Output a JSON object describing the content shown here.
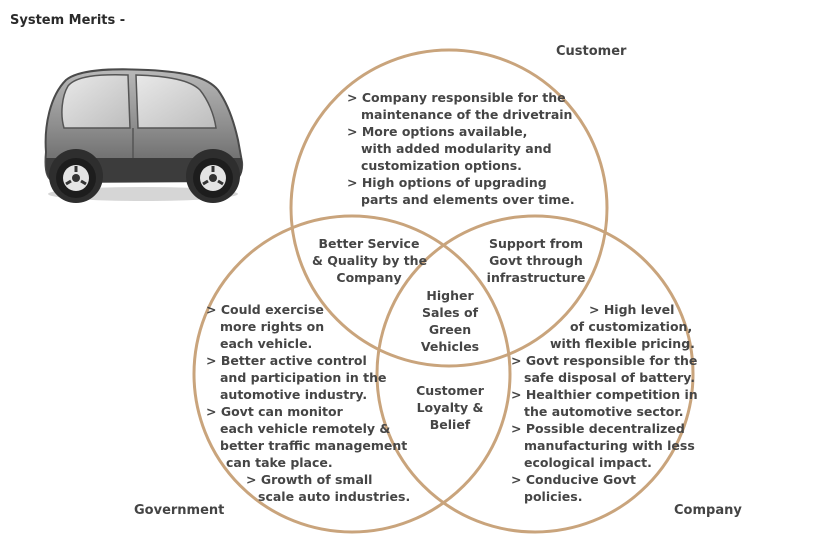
{
  "title": "System Merits -",
  "colors": {
    "circle_stroke": "#c9a47c",
    "text": "#454545"
  },
  "car_icon": "smart-car-icon",
  "circles": {
    "customer": {
      "label": "Customer",
      "lines": [
        "> Company responsible for the",
        "  maintenance of the drivetrain",
        "> More options available,",
        "  with added modularity and",
        "  customization options.",
        "> High options of upgrading",
        "parts and elements over time."
      ]
    },
    "government": {
      "label": "Government",
      "lines": [
        "> Could exercise",
        "  more rights on",
        "  each vehicle.",
        "> Better active control",
        "and participation in the",
        "automotive industry.",
        "> Govt can monitor",
        "each vehicle remotely &",
        "better traffic management",
        "  can take place.",
        "> Growth of small",
        "  scale auto industries."
      ]
    },
    "company": {
      "label": "Company",
      "lines": [
        "> High level",
        "of customization,",
        "with flexible pricing.",
        "> Govt responsible for the",
        "safe disposal of battery.",
        "> Healthier competition in",
        "the automotive sector.",
        "> Possible decentralized",
        "manufacturing with less",
        "ecological impact.",
        "> Conducive Govt",
        "policies."
      ]
    }
  },
  "overlaps": {
    "customer_government": [
      "Better Service",
      "& Quality by the",
      "Company"
    ],
    "customer_company": [
      "Support from",
      "Govt through",
      "infrastructure"
    ],
    "government_company": [
      "Customer",
      "Loyalty &",
      "Belief"
    ],
    "all": [
      "Higher",
      "Sales of",
      "Green",
      "Vehicles"
    ]
  }
}
